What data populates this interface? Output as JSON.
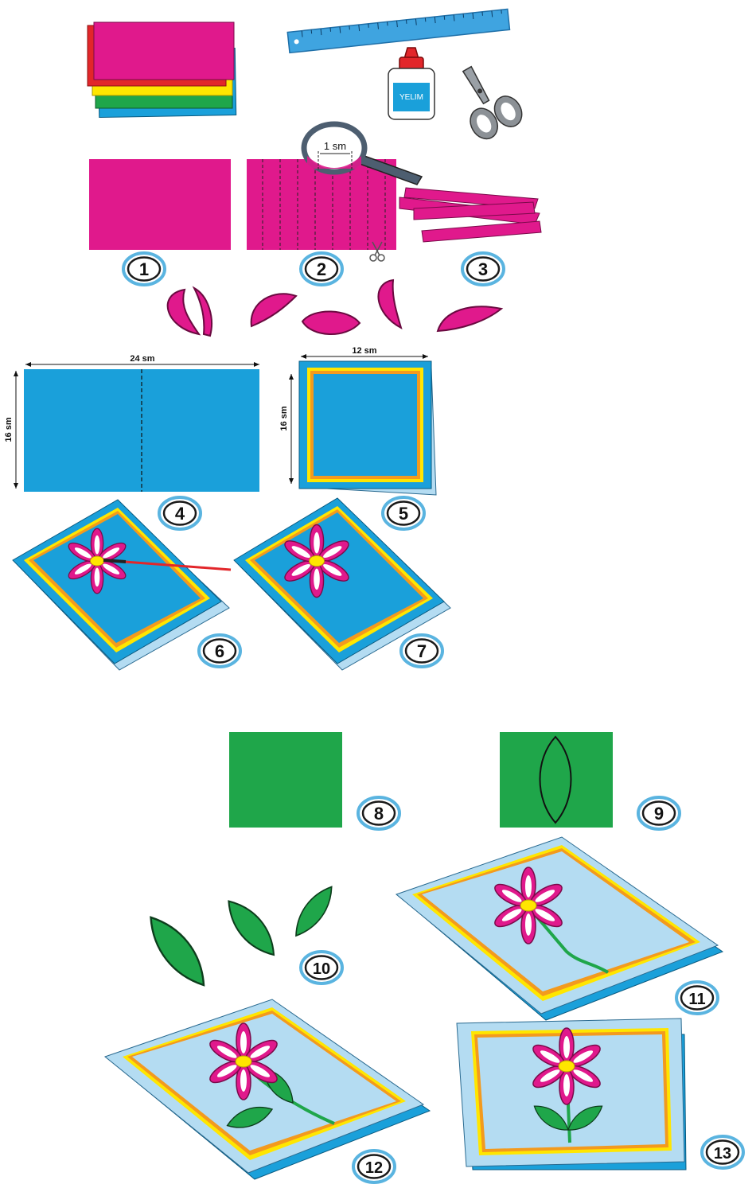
{
  "glue_label": "YELIM",
  "magnifier_label": "1 sm",
  "dimensions": {
    "width_24": "24 sm",
    "height_16_a": "16 sm",
    "width_12": "12 sm",
    "height_16_b": "16 sm"
  },
  "steps": [
    "1",
    "2",
    "3",
    "4",
    "5",
    "6",
    "7",
    "8",
    "9",
    "10",
    "11",
    "12",
    "13"
  ],
  "colors": {
    "magenta": "#e0198c",
    "blue": "#1aa0da",
    "light_blue": "#b4dcf2",
    "green": "#1fa64a",
    "yellow": "#ffe600",
    "orange": "#f39a1e",
    "red": "#e2262a"
  }
}
